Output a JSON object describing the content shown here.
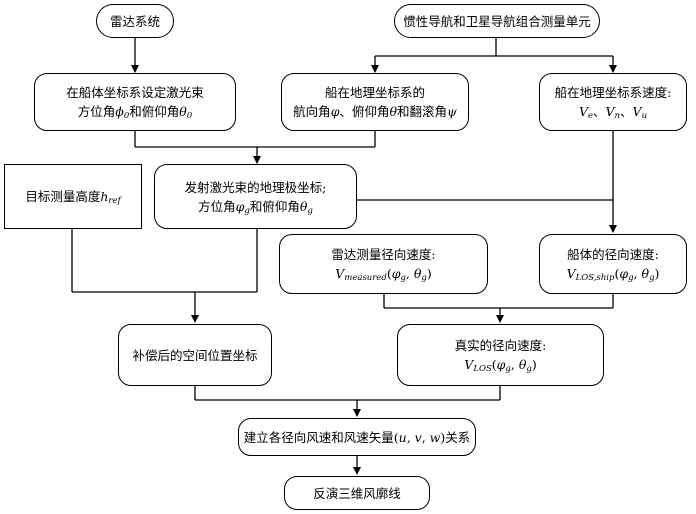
{
  "nodes": {
    "radar": {
      "line1": "雷达系统"
    },
    "ins": {
      "line1": "惯性导航和卫星导航组合测量单元"
    },
    "ship_beam": {
      "line1": "在船体坐标系设定激光束",
      "line2": {
        "prefix": "方位角",
        "v1": "ϕ",
        "s1": "0",
        "mid": "和俯仰角",
        "v2": "θ",
        "s2": "0"
      }
    },
    "geo_angles": {
      "line1": "船在地理坐标系的",
      "line2": {
        "t1": "航向角",
        "v1": "φ",
        "t2": "、俯仰角",
        "v2": "θ",
        "t3": "和翻滚角",
        "v3": "ψ"
      }
    },
    "geo_velocity": {
      "line1": "船在地理坐标系速度:",
      "line2": {
        "v1": "V",
        "s1": "e",
        "sep1": "、",
        "v2": "V",
        "s2": "n",
        "sep2": "、",
        "v3": "V",
        "s3": "u"
      }
    },
    "target_height": {
      "text": "目标测量高度",
      "var": "h",
      "sub": "ref"
    },
    "beam_geo": {
      "line1": "发射激光束的地理极坐标;",
      "line2": {
        "prefix": "方位角",
        "v1": "φ",
        "s1": "g",
        "mid": "和俯仰角",
        "v2": "θ",
        "s2": "g"
      }
    },
    "radar_radial": {
      "line1": "雷达测量径向速度:",
      "line2": {
        "v": "V",
        "sub": "measured",
        "open": "(",
        "a1": "φ",
        "s1": "g",
        "comma": ", ",
        "a2": "θ",
        "s2": "g",
        "close": ")"
      }
    },
    "ship_radial": {
      "line1": "船体的径向速度:",
      "line2": {
        "v": "V",
        "sub": "LOS,ship",
        "open": "(",
        "a1": "φ",
        "s1": "g",
        "comma": ", ",
        "a2": "θ",
        "s2": "g",
        "close": ")"
      }
    },
    "compensated": {
      "line1": "补偿后的空间位置坐标"
    },
    "true_radial": {
      "line1": "真实的径向速度:",
      "line2": {
        "v": "V",
        "sub": "LOS",
        "open": "(",
        "a1": "φ",
        "s1": "g",
        "comma": ", ",
        "a2": "θ",
        "s2": "g",
        "close": ")"
      }
    },
    "relation": {
      "prefix": "建立各径向风速和风速矢量(",
      "u": "u",
      "c1": ", ",
      "v": "v",
      "c2": ", ",
      "w": "w",
      "suffix": ")关系"
    },
    "profile": {
      "line1": "反演三维风廓线"
    }
  }
}
